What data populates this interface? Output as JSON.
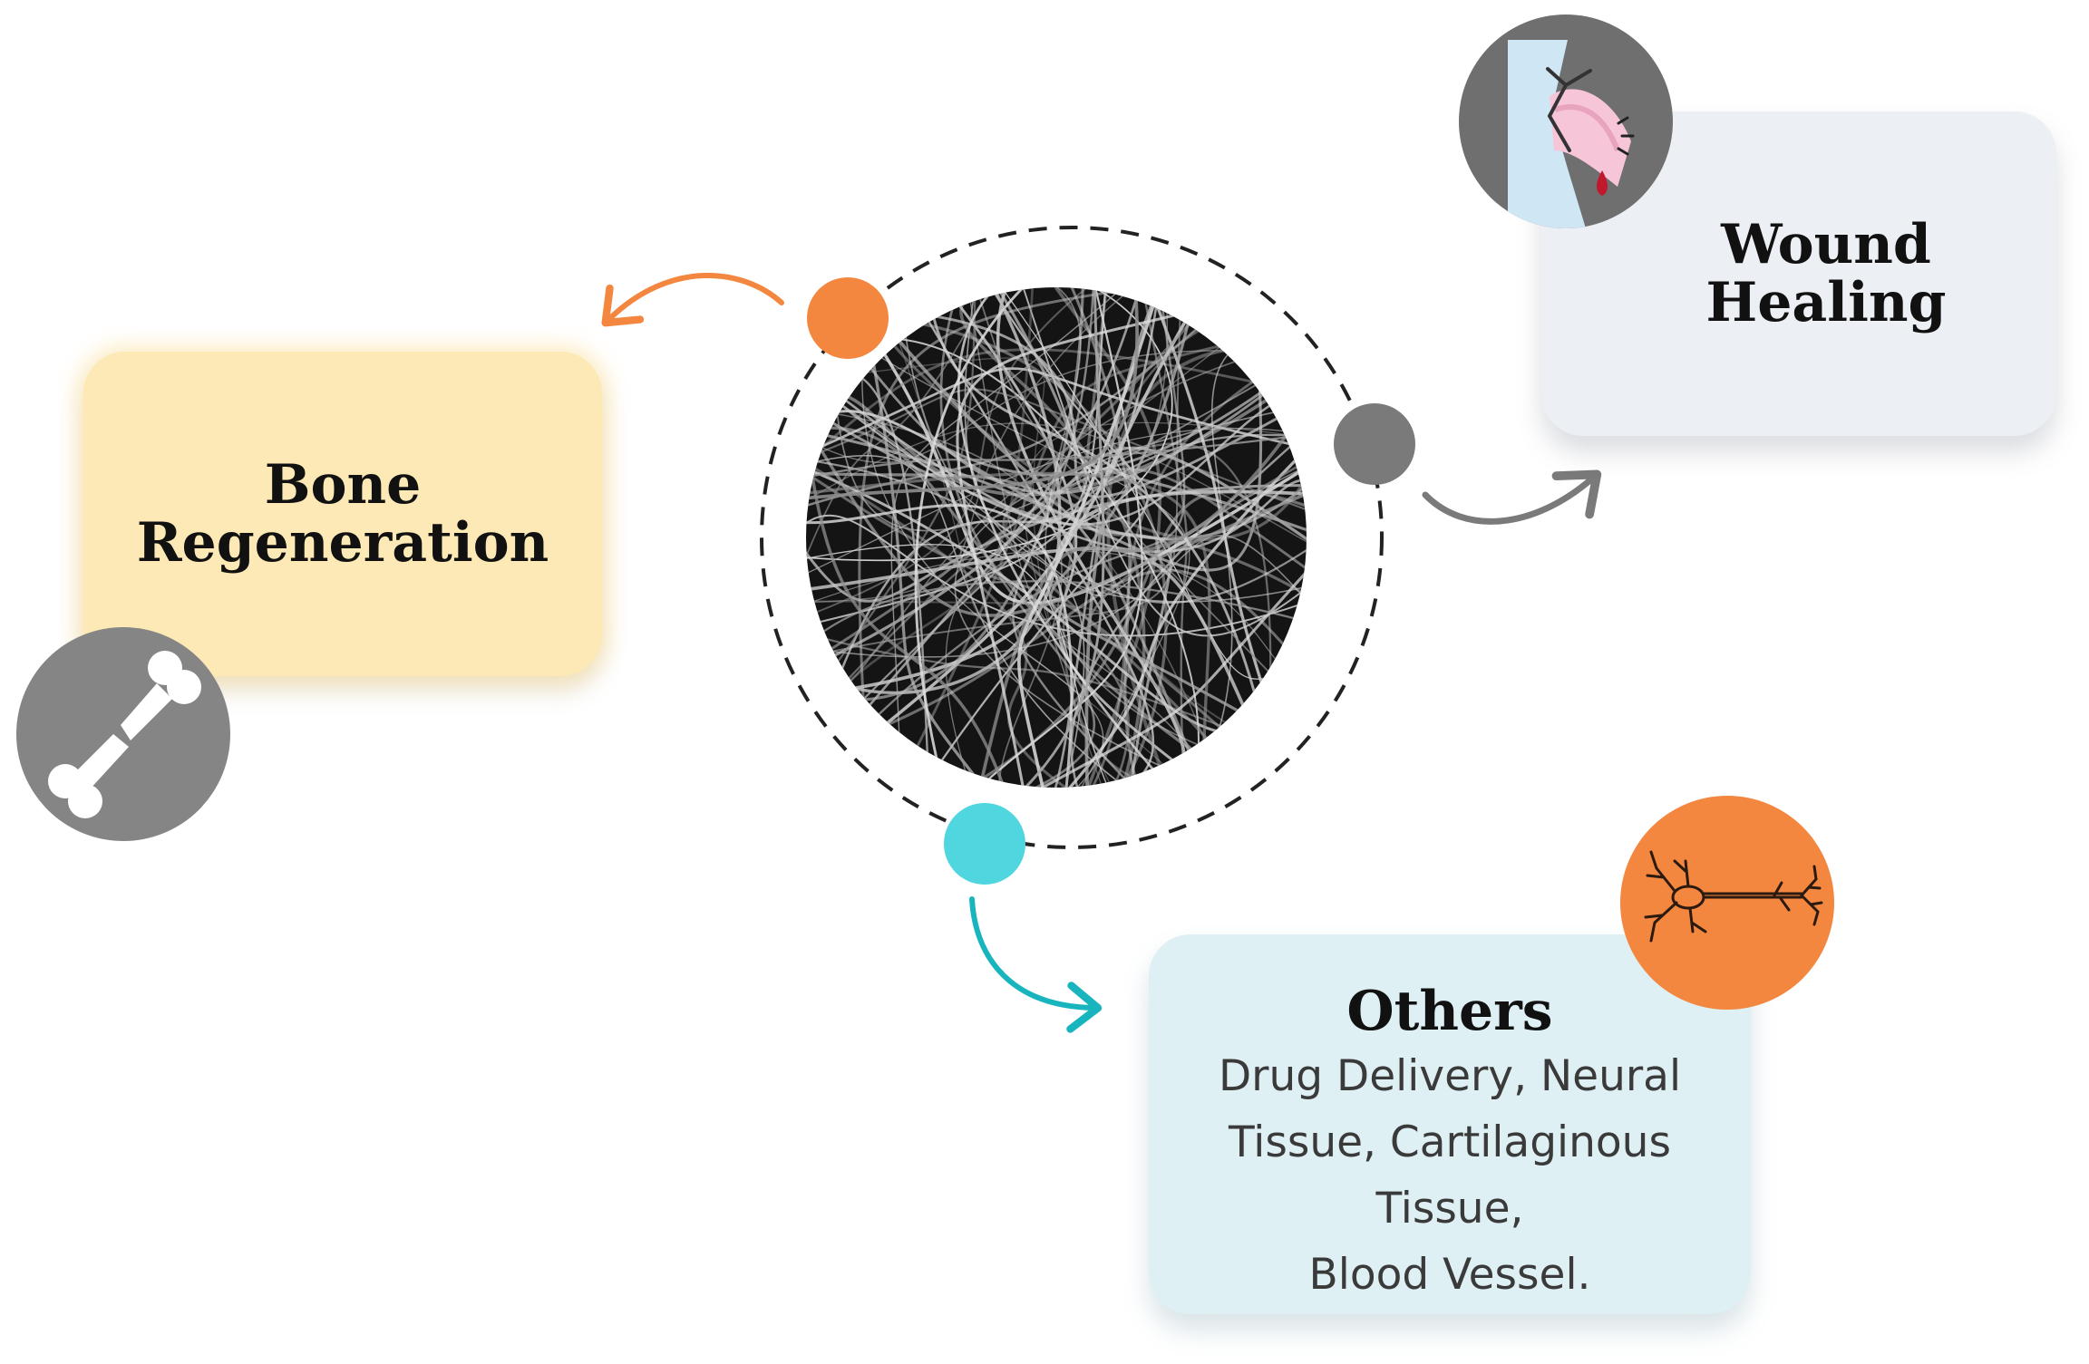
{
  "cards": {
    "bone": {
      "title_line1": "Bone",
      "title_line2": "Regeneration"
    },
    "wound": {
      "title_line1": "Wound",
      "title_line2": "Healing"
    },
    "others": {
      "title": "Others",
      "desc_lines": [
        "Drug Delivery, Neural",
        "Tissue, Cartilaginous",
        "Tissue,",
        "Blood Vessel."
      ]
    }
  },
  "icons": {
    "center": "nanofiber-mesh-image",
    "bone": "broken-bone-icon",
    "wound": "wound-bandage-icon",
    "others": "neuron-icon"
  },
  "colors": {
    "bone_card": "#fde9b5",
    "wound_card": "#eceff3",
    "others_card": "#dff0f5",
    "orange": "#f4873f",
    "gray": "#7a7a7a",
    "cyan": "#4fd6df",
    "teal_arrow": "#19b5be"
  }
}
